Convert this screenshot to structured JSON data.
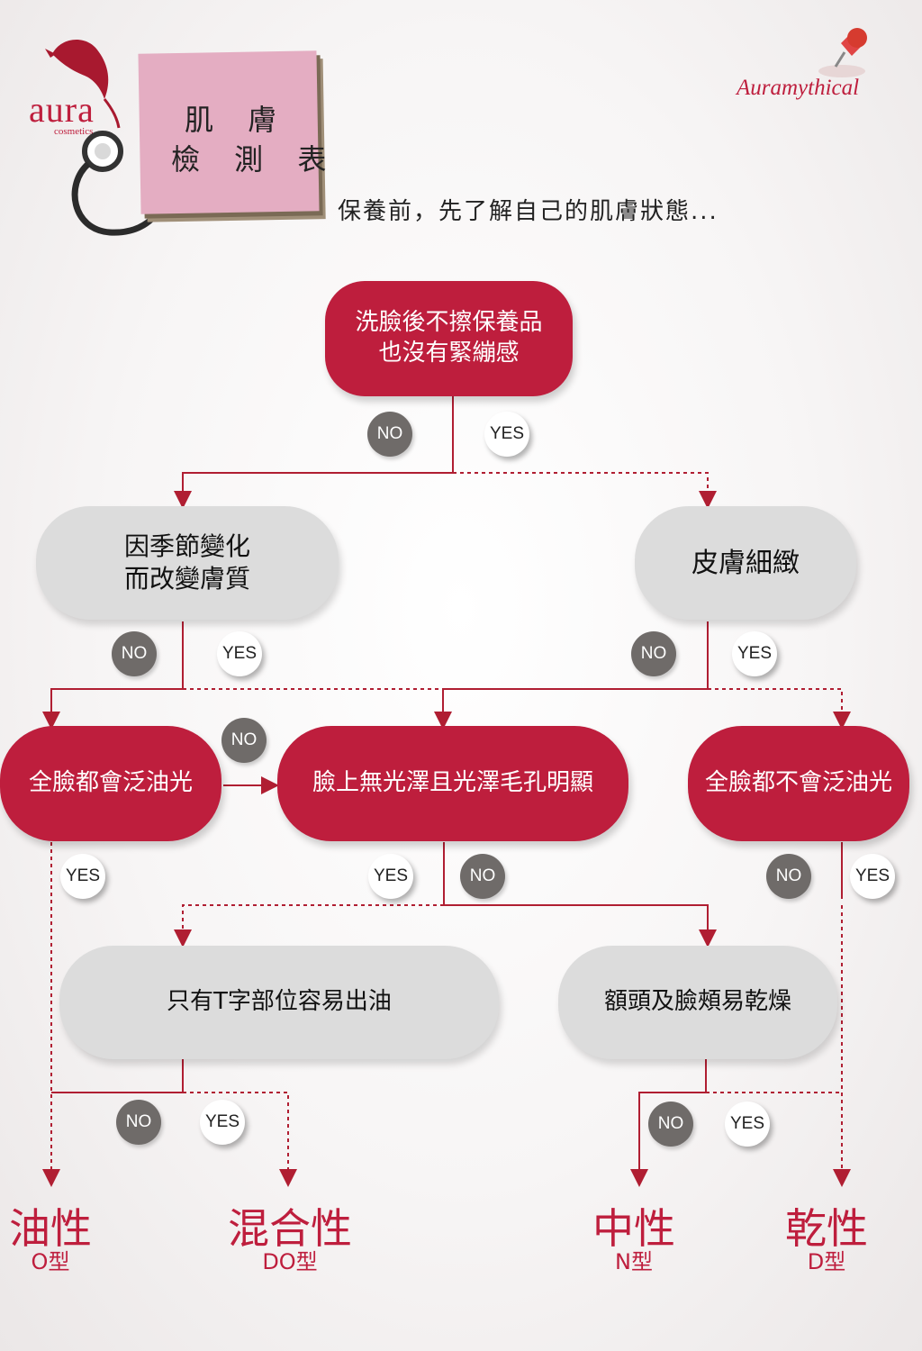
{
  "header": {
    "logo_text": "aura",
    "logo_sub": "cosmetics",
    "title_line1": "肌 膚",
    "title_line2": "檢 測 表",
    "subtitle": "保養前，先了解自己的肌膚狀態...",
    "brand": "Auramythical"
  },
  "nodes": {
    "q1": "洗臉後不擦保養品\n也沒有緊繃感",
    "q2": "因季節變化\n而改變膚質",
    "q3": "皮膚細緻",
    "q4": "全臉都會泛油光",
    "q5": "臉上無光澤且光澤毛孔明顯",
    "q6": "全臉都不會泛油光",
    "q7": "只有T字部位容易出油",
    "q8": "額頭及臉頰易乾燥"
  },
  "labels": {
    "no": "NO",
    "yes": "YES"
  },
  "results": {
    "oily": {
      "name": "油性",
      "code": "O型"
    },
    "combo": {
      "name": "混合性",
      "code": "DO型"
    },
    "neutral": {
      "name": "中性",
      "code": "N型"
    },
    "dry": {
      "name": "乾性",
      "code": "D型"
    }
  },
  "colors": {
    "accent": "#be1e3d",
    "grey_node": "#dcdcdc",
    "no_badge": "#6f6b69",
    "line": "#b01e32"
  },
  "icons": {
    "logo": "bird-logo-icon",
    "stethoscope": "stethoscope-icon",
    "pin": "push-pin-icon"
  }
}
